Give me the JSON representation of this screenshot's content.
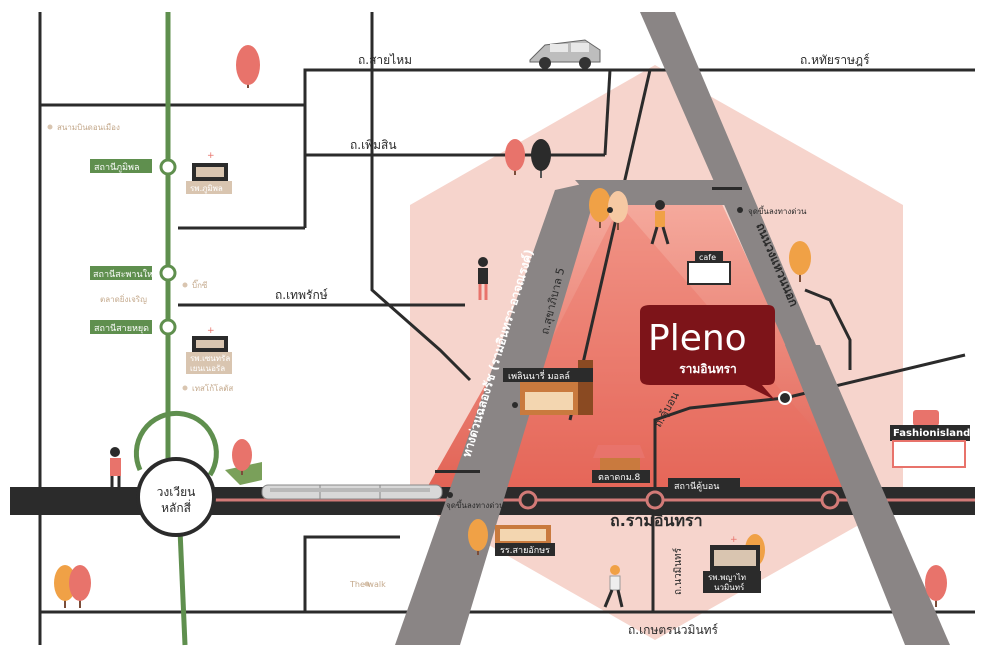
{
  "brand": {
    "logo_text": "Pleno",
    "subtitle": "รามอินทรา"
  },
  "roads": {
    "sai_mai": "ถ.สายไหม",
    "hathai_rat": "ถ.หทัยราษฎร์",
    "phoem_sin": "ถ.เพิ่มสิน",
    "thep_rak": "ถ.เทพรักษ์",
    "sukhaphiban5": "ถ.สุขาภิบาล 5",
    "khu_bon": "ถ.คู้บอน",
    "ram_inthra": "ถ.รามอินทรา",
    "kaset_nawamin": "ถ.เกษตรนวมินทร์",
    "nawamin": "ถ.นวมินทร์",
    "outer_ring": "ถนนวงแหวนนอก",
    "expressway": "ทางด่วนฉลองรัช (รามอินทรา-อาจณรงค์)"
  },
  "stations": {
    "bhumibol": "สถานีภูมิพล",
    "saphan_mai": "สถานีสะพานใหม่",
    "sai_yut": "สถานีสายหยุด",
    "khu_bon": "สถานีคู้บอน"
  },
  "roundabout": {
    "line1": "วงเวียน",
    "line2": "หลักสี่"
  },
  "places": {
    "donmueang": "สนามบินดอนเมือง",
    "bhumibol_hospital": "รพ.ภูมิพล",
    "big_c": "บิ๊กซี",
    "yingcharoen": "ตลาดยิ่งเจริญ",
    "central_hospital": "รพ.เซนทรัล เยนเนอรัล",
    "central_line1": "รพ.เซนทรัล",
    "central_line2": "เยนเนอรัล",
    "tesco": "เทสโก้โลตัส",
    "fashion_island": "Fashionisland",
    "cafe": "cafe",
    "promenade": "เพลินนารี่ มอลล์",
    "market": "ตลาดกม.8",
    "school": "รร.สายอักษร",
    "hospital_pyathai_line1": "รพ.พญาไท",
    "hospital_pyathai_line2": "นวมินทร์",
    "the_walk": "The walk",
    "exp_gate_top": "จุดขึ้นลงทางด่วน",
    "exp_gate_bottom": "จุดขึ้นลงทางด่วน"
  },
  "colors": {
    "train_line": "#5f8f4e",
    "road": "#2b2b2b",
    "expressway": "#8a8585",
    "hexagon": "#f6d4cc",
    "zone": "#e9776b",
    "brand": "#7d1419",
    "pink_line": "#d27a77",
    "station_label": "#5f8f4e",
    "tree_coral": "#e8736b",
    "tree_orange": "#f0a146",
    "label_bg": "#d9c5b0"
  },
  "icons": {
    "car": "car-icon",
    "train": "train-icon",
    "hospital": "hospital-icon",
    "tree": "tree-icon",
    "person": "person-icon",
    "pin": "location-pin-icon"
  }
}
